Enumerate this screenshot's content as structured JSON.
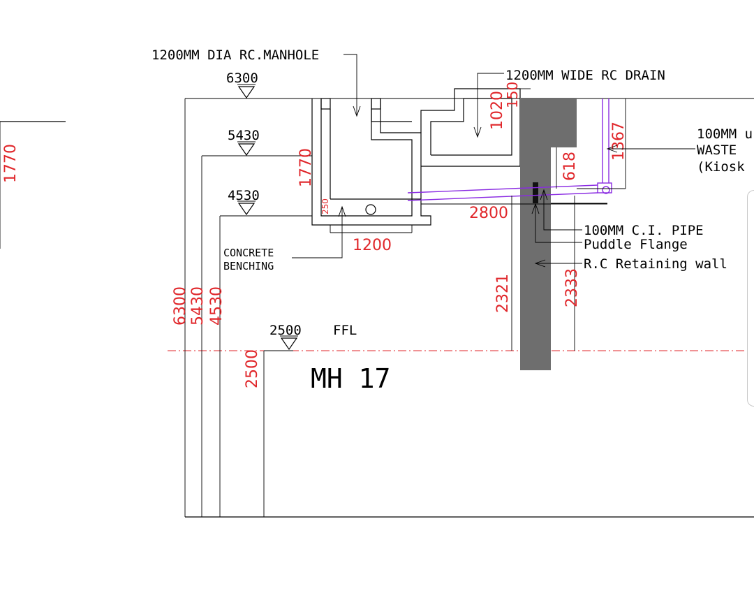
{
  "labels": {
    "manhole": "1200MM DIA RC.MANHOLE",
    "drain": "1200MM WIDE RC DRAIN",
    "waste_1": "100MM u",
    "waste_2": "WASTE",
    "waste_3": "(Kiosk",
    "ci_pipe": "100MM C.I. PIPE",
    "puddle": "Puddle Flange",
    "wall": "R.C Retaining wall",
    "bench_1": "CONCRETE",
    "bench_2": "BENCHING",
    "ffl": "FFL",
    "title": "MH 17"
  },
  "levels": {
    "l6300": "6300",
    "l5430": "5430",
    "l4530": "4530",
    "l2500": "2500"
  },
  "dimensions": {
    "d6300": "6300",
    "d5430": "5430",
    "d4530": "4530",
    "d2500": "2500",
    "d1770_left": "1770",
    "d1770": "1770",
    "d250": "250",
    "d1200": "1200",
    "d2800": "2800",
    "d1020": "1020",
    "d150": "150",
    "d618": "618",
    "d1367": "1367",
    "d2321": "2321",
    "d2333": "2333"
  },
  "colors": {
    "dimension": "#e0262a",
    "pipe": "#8a2be2",
    "wall_fill": "#6e6e6e",
    "centerline": "#e0262a"
  }
}
